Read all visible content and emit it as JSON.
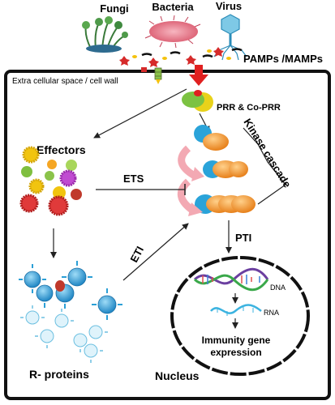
{
  "pathogens": {
    "fungi": "Fungi",
    "bacteria": "Bacteria",
    "virus": "Virus"
  },
  "labels": {
    "pamps": "PAMPs /MAMPs",
    "extracellular": "Extra cellular space / cell wall",
    "prr": "PRR  & Co-PRR",
    "kinase": "Kinase cascade",
    "effectors": "Effectors",
    "ets": "ETS",
    "eti": "ETI",
    "pti": "PTI",
    "dna": "DNA",
    "rna": "RNA",
    "immunity_line1": "Immunity gene",
    "immunity_line2": "expression",
    "r_proteins": "R- proteins",
    "nucleus": "Nucleus"
  },
  "colors": {
    "cell_border": "#111111",
    "prr_yellow": "#e8d21a",
    "prr_green": "#7cc242",
    "signal_red": "#e02020",
    "kinase_orange": "#f28c1e",
    "kinase_blue": "#2aa3d9",
    "curved_arrow_pink": "#f3a9b3",
    "r_protein_blue": "#2b9fd6",
    "r_protein_light": "#bfe6f5",
    "dna_purple": "#6b3fa0",
    "dna_green": "#3aa84a",
    "rna_blue": "#3bb3e0"
  },
  "icons": [
    "fungi-icon",
    "bacteria-icon",
    "virus-icon",
    "pamp-molecule-icon",
    "prr-receptor-icon",
    "effector-icon",
    "r-protein-icon",
    "dna-helix-icon",
    "rna-strand-icon"
  ]
}
